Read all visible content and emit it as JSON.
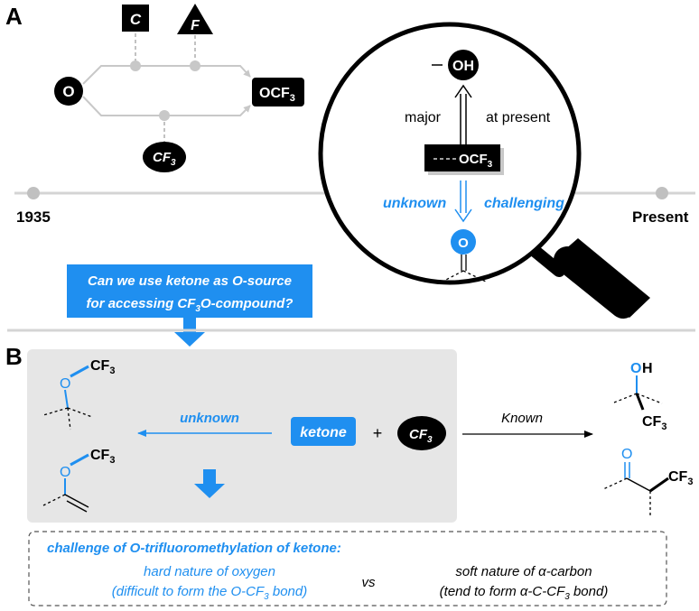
{
  "panel_a": {
    "label": "A",
    "node_o": "O",
    "node_c": "C",
    "node_f": "F",
    "node_ocf3": "OCF",
    "node_ocf3_sub": "3",
    "node_cf3": "CF",
    "node_cf3_sub": "3",
    "timeline_start": "1935",
    "timeline_end": "Present",
    "magnifier": {
      "top_node": "OH",
      "left_text": "major",
      "right_text": "at present",
      "center_node": "OCF",
      "center_node_sub": "3",
      "bottom_left_text": "unknown",
      "bottom_right_text": "challenging",
      "bottom_node": "O"
    },
    "question_line1": "Can we use ketone as O-source",
    "question_line2_a": "for accessing CF",
    "question_line2_sub": "3",
    "question_line2_b": "O-compound?"
  },
  "panel_b": {
    "label": "B",
    "product1_o": "O",
    "product1_cf3": "CF",
    "product1_cf3_sub": "3",
    "product2_o": "O",
    "product2_cf3": "CF",
    "product2_cf3_sub": "3",
    "unknown_label": "unknown",
    "ketone_label": "ketone",
    "plus": "+",
    "cf3_label": "CF",
    "cf3_label_sub": "3",
    "known_label": "Known",
    "right1_o": "O",
    "right1_h": "H",
    "right1_cf3": "CF",
    "right1_cf3_sub": "3",
    "right2_o": "O",
    "right2_cf3": "CF",
    "right2_cf3_sub": "3",
    "challenge_title": "challenge of O-trifluoromethylation of ketone:",
    "hard_line1": "hard nature of oxygen",
    "hard_line2": "(difficult to form the O-CF",
    "hard_line2_sub": "3",
    "hard_line2_end": " bond)",
    "vs": "vs",
    "soft_line1": "soft nature of α-carbon",
    "soft_line2": "(tend to form α-C-CF",
    "soft_line2_sub": "3",
    "soft_line2_end": " bond)"
  },
  "colors": {
    "accent_blue": "#1f8ff0",
    "panel_gray": "#e6e6e6",
    "line_gray": "#c8c8c8",
    "node_black": "#000000"
  }
}
